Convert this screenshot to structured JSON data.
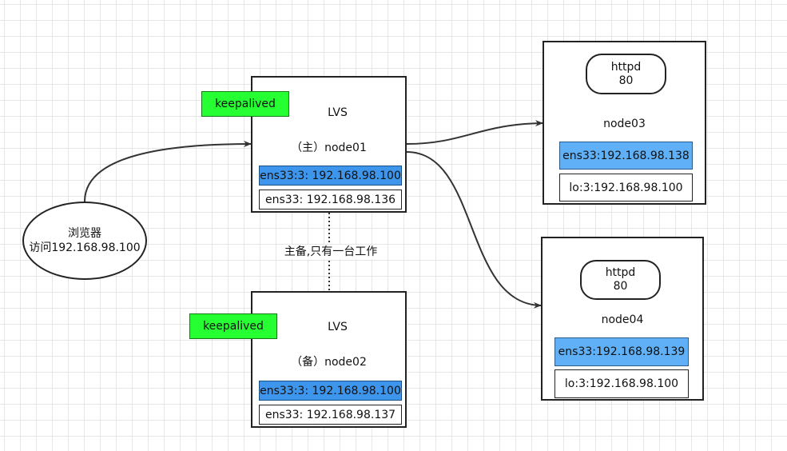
{
  "browser": {
    "line1": "浏览器",
    "line2": "访问192.168.98.100"
  },
  "node01": {
    "keepalived": "keepalived",
    "lvs": "LVS",
    "title": "（主）node01",
    "vip": "ens33:3: 192.168.98.100",
    "ip": "ens33: 192.168.98.136"
  },
  "node02": {
    "keepalived": "keepalived",
    "lvs": "LVS",
    "title": "（备）node02",
    "vip": "ens33:3: 192.168.98.100",
    "ip": "ens33: 192.168.98.137"
  },
  "node03": {
    "service_name": "httpd",
    "service_port": "80",
    "title": "node03",
    "ip": "ens33:192.168.98.138",
    "lo": "lo:3:192.168.98.100"
  },
  "node04": {
    "service_name": "httpd",
    "service_port": "80",
    "title": "node04",
    "ip": "ens33:192.168.98.139",
    "lo": "lo:3:192.168.98.100"
  },
  "failover_note": "主备,只有一台工作",
  "colors": {
    "keepalived_fill": "#26ff31",
    "lvs_fill": "#f8c8c8",
    "vip_fill": "#3e95ec",
    "realserver_ip_fill": "#5fb0f6"
  }
}
